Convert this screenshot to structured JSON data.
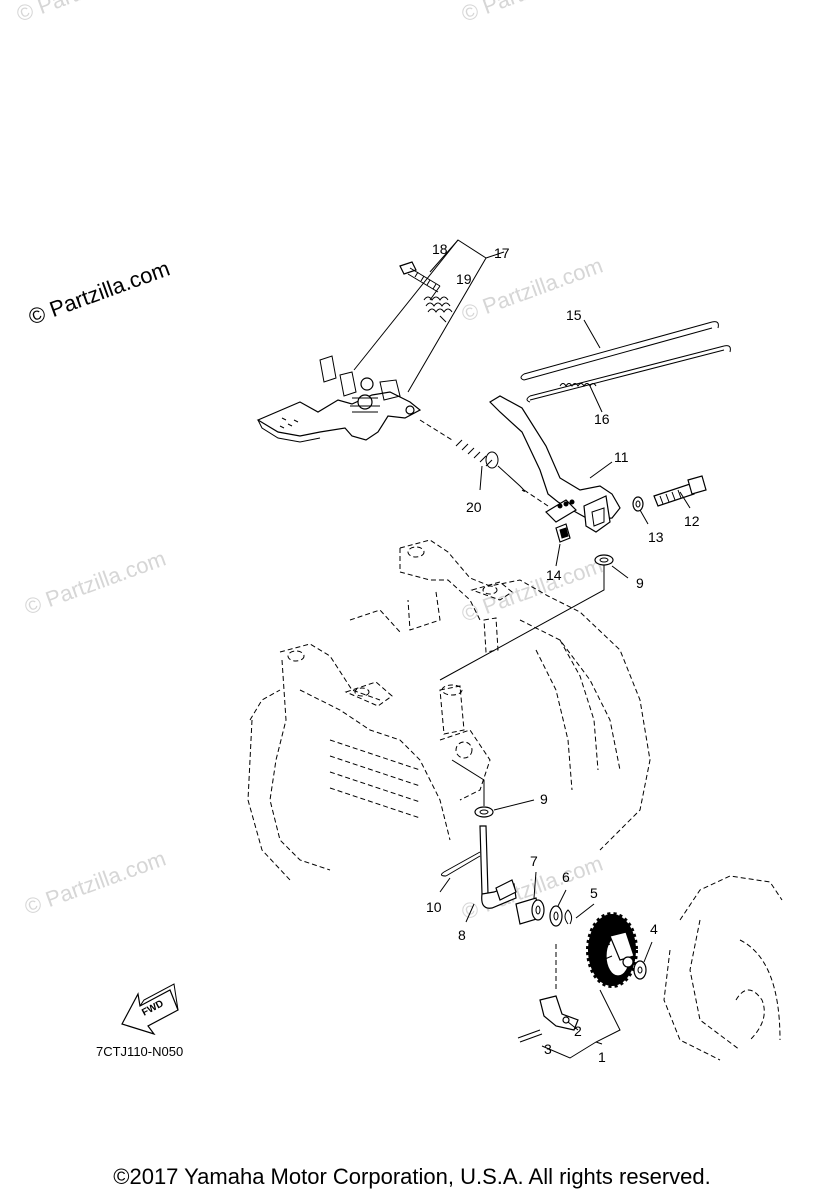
{
  "watermark": {
    "primary": "© Partzilla.com",
    "faded": "© Partzilla.com"
  },
  "callouts": [
    "1",
    "2",
    "3",
    "4",
    "5",
    "6",
    "7",
    "8",
    "9",
    "9",
    "10",
    "11",
    "12",
    "13",
    "14",
    "15",
    "16",
    "17",
    "18",
    "19",
    "20"
  ],
  "fwd_label": "FWD",
  "diagram_code": "7CTJ110-N050",
  "copyright": "©2017  Yamaha Motor Corporation, U.S.A. All rights reserved."
}
